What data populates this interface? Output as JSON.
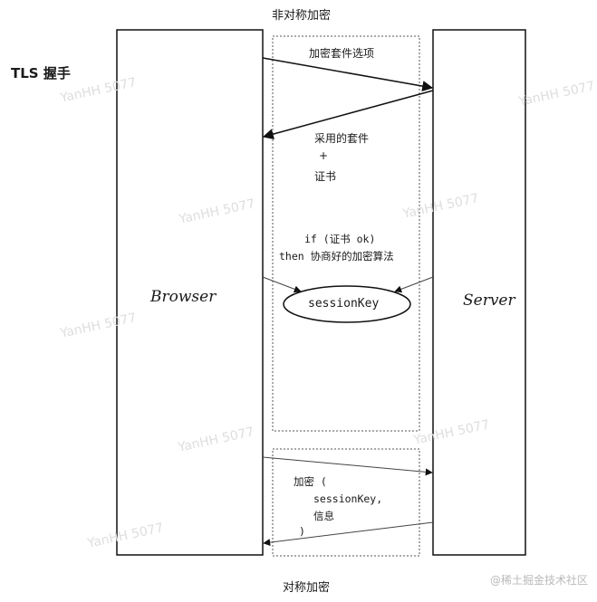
{
  "header": {
    "title": "非对称加密"
  },
  "footer": {
    "title": "对称加密"
  },
  "label_tls": "TLS 握手",
  "browser_label": "Browser",
  "server_label": "Server",
  "messages": {
    "suite_options": "加密套件选项",
    "chosen_suite": "采用的套件",
    "plus": "+",
    "certificate": "证书",
    "if_line": "if (证书 ok)",
    "then_line": "then 协商好的加密算法",
    "session_key": "sessionKey",
    "encrypt_open": "加密 (",
    "encrypt_session": "sessionKey,",
    "encrypt_info": "信息",
    "encrypt_close": ")"
  },
  "watermark": "@稀土掘金技术社区",
  "bg_watermarks": [
    "YanHH 5077",
    "YanHH 5077",
    "YanHH 5077",
    "YanHH 5077",
    "YanHH 5077",
    "YanHH 5077",
    "YanHH 5077",
    "YanHH 5077"
  ],
  "colors": {
    "line": "#111111",
    "dotted": "#555555"
  }
}
